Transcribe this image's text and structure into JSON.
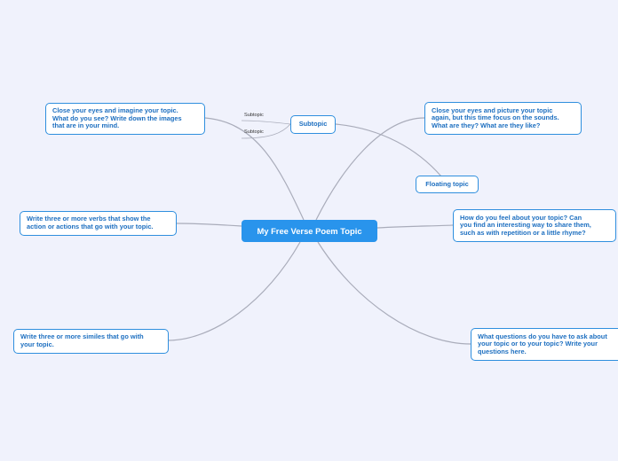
{
  "map": {
    "central_topic": "My Free Verse Poem Topic",
    "topics": {
      "imagine": "Close your eyes and imagine your topic.\nWhat do you see? Write down the images\nthat are in your mind.",
      "sounds": "Close your eyes and picture your topic\nagain, but this time focus on the sounds.\nWhat are they? What are they like?",
      "verbs": "Write three or more verbs that show the\naction or actions that go with your topic.",
      "feel": "How do you feel about your topic? Can\nyou find an interesting way to share them,\nsuch as with repetition or a little rhyme?",
      "similes": "Write three or more similes that go with\nyour topic.",
      "questions": "What questions do you have to ask about\nyour topic or to your topic? Write your\nquestions here."
    },
    "floating_topic": "Floating topic",
    "floating_subtopic": "Subtopic",
    "subtopic_labels": [
      "Subtopic",
      "Subtopic"
    ]
  },
  "colors": {
    "background": "#f0f2fc",
    "central_fill": "#2994ec",
    "node_border": "#2f8fde",
    "node_text": "#1d6fc0",
    "connector": "#a9acba"
  }
}
